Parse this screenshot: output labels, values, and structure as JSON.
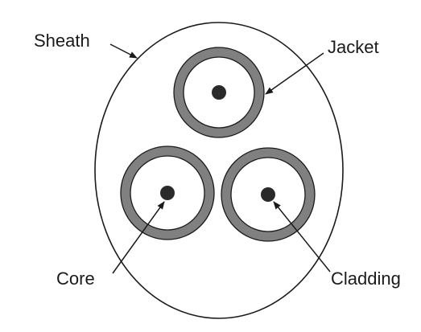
{
  "labels": {
    "sheath": "Sheath",
    "jacket": "Jacket",
    "core": "Core",
    "cladding": "Cladding"
  },
  "colors": {
    "jacket_fill": "#808080",
    "core_fill": "#2a2a2a",
    "outline": "#1a1a1a",
    "background": "#ffffff"
  }
}
